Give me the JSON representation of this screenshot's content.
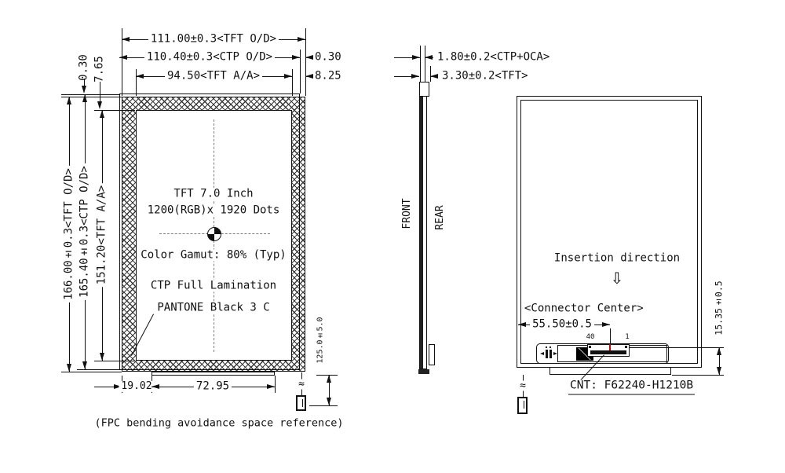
{
  "front": {
    "dim_width_tft": "111.00±0.3<TFT O/D>",
    "dim_width_ctp": "110.40±0.3<CTP O/D>",
    "dim_width_aa": "94.50<TFT A/A>",
    "dim_gap_right": "0.30",
    "dim_border_right": "8.25",
    "dim_gap_top": "0.30",
    "dim_border_top": "7.65",
    "dim_height_tft": "166.00±0.3<TFT O/D>",
    "dim_height_ctp": "165.40±0.3<CTP O/D>",
    "dim_height_aa": "151.20<TFT A/A>",
    "dim_fpc_offset": "19.02",
    "dim_fpc_width": "72.95",
    "dim_fpc_bend": "125.0±5.0",
    "label_line1": "TFT 7.0 Inch",
    "label_line2": "1200(RGB)x 1920 Dots",
    "label_line3": "Color Gamut: 80% (Typ)",
    "label_line4": "CTP Full Lamination",
    "label_line5": "PANTONE Black 3 C"
  },
  "side": {
    "dim_ctp": "1.80±0.2<CTP+OCA>",
    "dim_tft": "3.30±0.2<TFT>",
    "label_front": "FRONT",
    "label_rear": "REAR"
  },
  "rear": {
    "label_insertion": "Insertion direction",
    "insertion_arrow": "⇩",
    "label_connector_center": "<Connector Center>",
    "dim_connector_center": "55.50±0.5",
    "dim_connector_bottom": "15.35±0.5",
    "pin_left": "40",
    "pin_right": "1",
    "connector_part": "CNT: F62240-H1210B"
  },
  "caption": "(FPC bending avoidance space reference)",
  "misc": {
    "break_symbol": "≈"
  },
  "colors": {
    "line": "#111111",
    "accent_red": "#cc0000",
    "centerline": "#7d7d7d"
  }
}
